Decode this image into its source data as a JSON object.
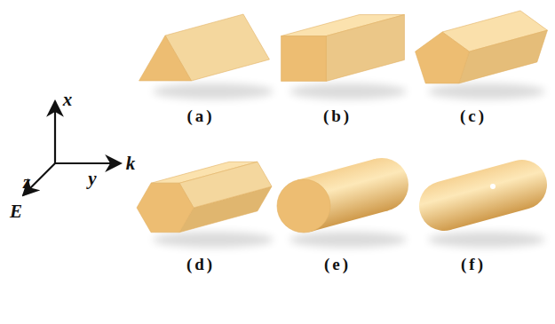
{
  "diagram": {
    "labels": [
      "x",
      "y",
      "k",
      "z",
      "E",
      "(a)",
      "(b)",
      "(c)",
      "(d)",
      "(e)",
      "(f)"
    ]
  }
}
